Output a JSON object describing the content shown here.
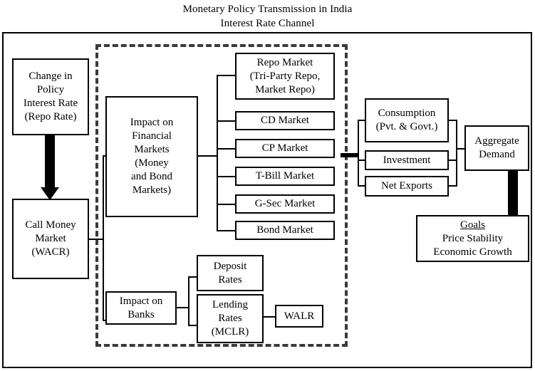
{
  "title": {
    "line1": "Monetary Policy Transmission in India",
    "line2": "Interest Rate Channel"
  },
  "nodes": {
    "policy_rate": {
      "l1": "Change in",
      "l2": "Policy",
      "l3": "Interest Rate",
      "l4": "(Repo Rate)"
    },
    "call_money": {
      "l1": "Call Money",
      "l2": "Market",
      "l3": "(WACR)"
    },
    "financial_markets": {
      "l1": "Impact on",
      "l2": "Financial",
      "l3": "Markets",
      "l4": "(Money",
      "l5": "and Bond",
      "l6": "Markets)"
    },
    "impact_banks": {
      "l1": "Impact on",
      "l2": "Banks"
    },
    "deposit_rates": {
      "l1": "Deposit",
      "l2": "Rates"
    },
    "lending_rates": {
      "l1": "Lending",
      "l2": "Rates",
      "l3": "(MCLR)"
    },
    "walr": {
      "l1": "WALR"
    },
    "aggregate_demand": {
      "l1": "Aggregate",
      "l2": "Demand"
    },
    "goals": {
      "heading": "Goals",
      "l1": "Price Stability",
      "l2": "Economic Growth"
    }
  },
  "markets": [
    {
      "name": "repo-market",
      "l1": "Repo Market",
      "l2": "(Tri-Party Repo,",
      "l3": "Market Repo)"
    },
    {
      "name": "cd-market",
      "l1": "CD Market"
    },
    {
      "name": "cp-market",
      "l1": "CP Market"
    },
    {
      "name": "tbill-market",
      "l1": "T-Bill Market"
    },
    {
      "name": "gsec-market",
      "l1": "G-Sec Market"
    },
    {
      "name": "bond-market",
      "l1": "Bond Market"
    }
  ],
  "demand_components": [
    {
      "name": "consumption",
      "l1": "Consumption",
      "l2": "(Pvt. & Govt.)"
    },
    {
      "name": "investment",
      "l1": "Investment"
    },
    {
      "name": "net-exports",
      "l1": "Net Exports"
    }
  ],
  "colors": {
    "line": "#000000",
    "dashed_border": "#3a3a3a",
    "background": "#ffffff"
  }
}
